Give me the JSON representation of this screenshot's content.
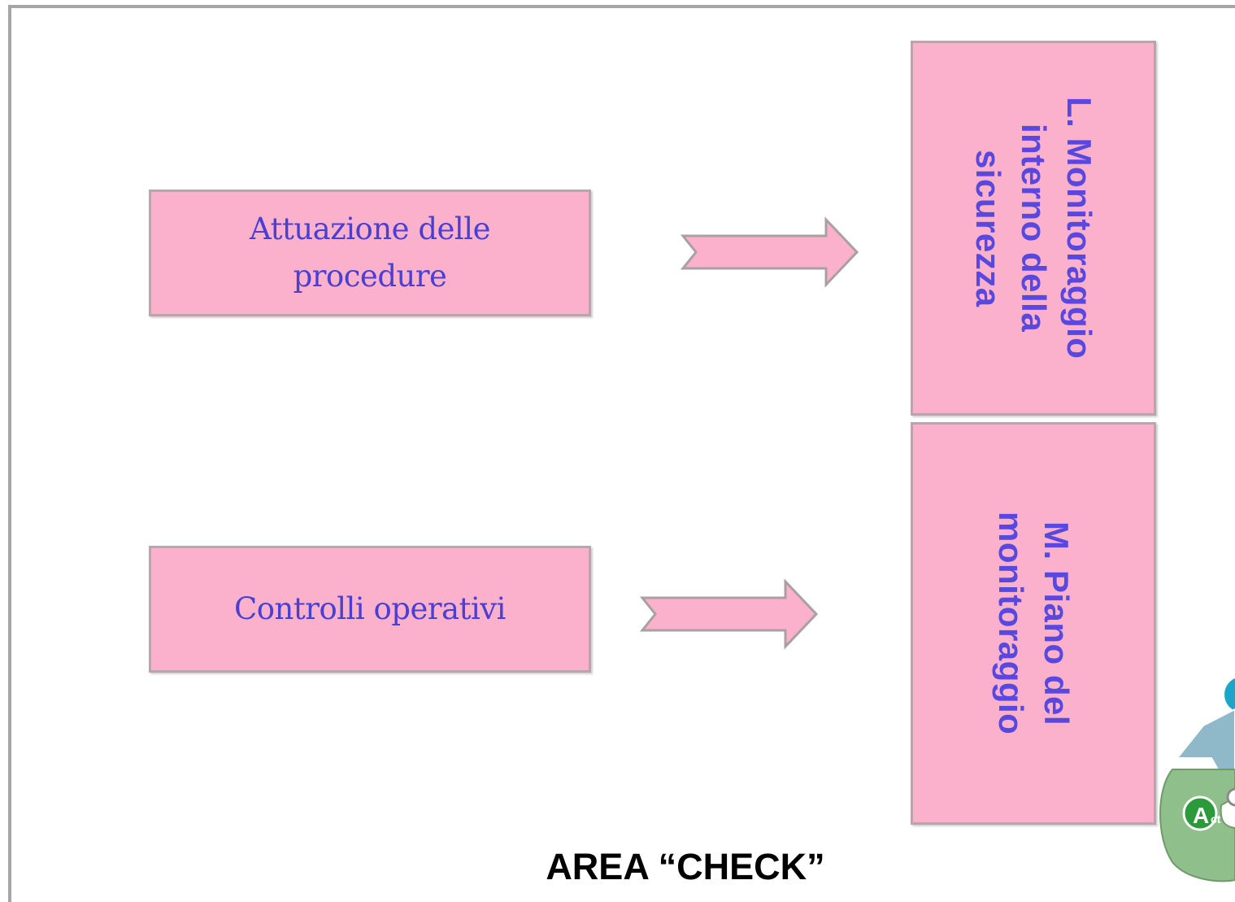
{
  "diagram": {
    "source_boxes": [
      {
        "lines": [
          "Attuazione delle",
          "procedure"
        ]
      },
      {
        "lines": [
          "Controlli operativi"
        ]
      }
    ],
    "target_boxes": [
      {
        "lines": [
          "L. Monitoraggio",
          "interno della",
          "sicurezza"
        ]
      },
      {
        "lines": [
          "M. Piano del",
          "monitoraggio"
        ]
      }
    ],
    "pdca_label": "A",
    "pdca_label_small": "ct"
  },
  "footer": {
    "title": "AREA “CHECK”"
  },
  "colors": {
    "box_fill": "#fbb0cb",
    "box_border": "#b9a5aa",
    "source_text": "#4a3fd3",
    "target_text": "#5848e0",
    "arrow_fill": "#fbb0cb",
    "arrow_border": "#a8a0a2",
    "pdca_green": "#8fbf8a",
    "pdca_blue": "#8fb8c8",
    "pdca_cyan": "#1aa6c8"
  }
}
